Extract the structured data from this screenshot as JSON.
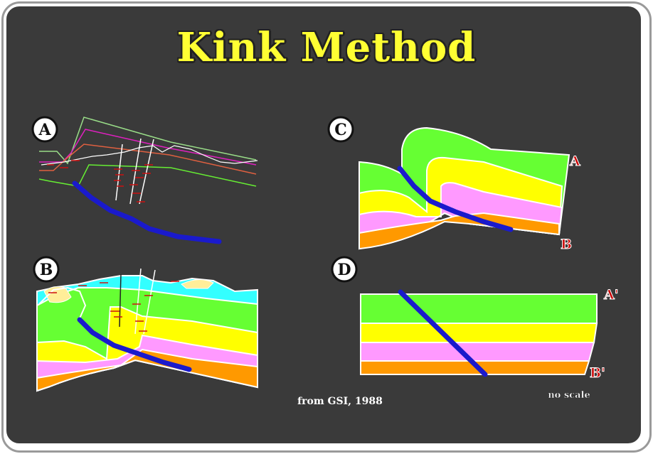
{
  "title": "Kink Method",
  "panels": {
    "a": "A",
    "b": "B",
    "c": "C",
    "d": "D"
  },
  "pin_labels": {
    "c_top": "A",
    "c_bottom": "B",
    "d_top": "A'",
    "d_bottom": "B'"
  },
  "source": "from GSI, 1988",
  "scale_note": "no scale",
  "colors": {
    "background": "#3a3a3a",
    "title": "#ffff33",
    "layer1": "#66ff33",
    "layer2": "#ffff00",
    "layer3": "#ff99ff",
    "layer4": "#ff9900",
    "cover": "#33ffff",
    "fault": "#1a1acc",
    "pin_label": "#cc0000"
  }
}
